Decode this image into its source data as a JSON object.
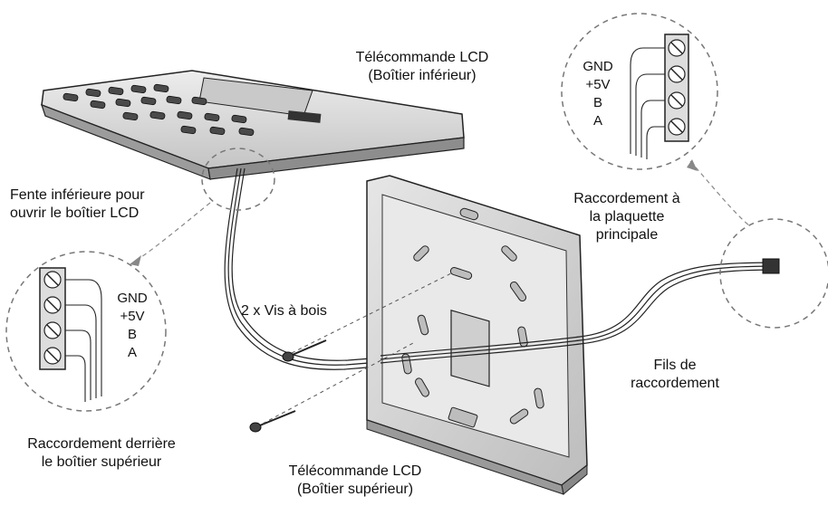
{
  "labels": {
    "remote_lower": [
      "Télécommande LCD",
      "(Boîtier inférieur)"
    ],
    "slot": [
      "Fente inférieure pour",
      "ouvrir le boîtier LCD"
    ],
    "main_board": [
      "Raccordement à",
      "la plaquette",
      "principale"
    ],
    "screws": "2 x Vis à bois",
    "wires": [
      "Fils de",
      "raccordement"
    ],
    "back_connection": [
      "Raccordement derrière",
      "le boîtier supérieur"
    ],
    "remote_upper": [
      "Télécommande LCD",
      "(Boîtier supérieur)"
    ]
  },
  "terminal_labels_top": [
    "GND",
    "+5V",
    "B",
    "A"
  ],
  "terminal_labels_left": [
    "GND",
    "+5V",
    "B",
    "A"
  ],
  "colors": {
    "line": "#222222",
    "plate_fill": "#d9d9d9",
    "plate_edge": "#9a9a9a",
    "dash": "#777777"
  }
}
